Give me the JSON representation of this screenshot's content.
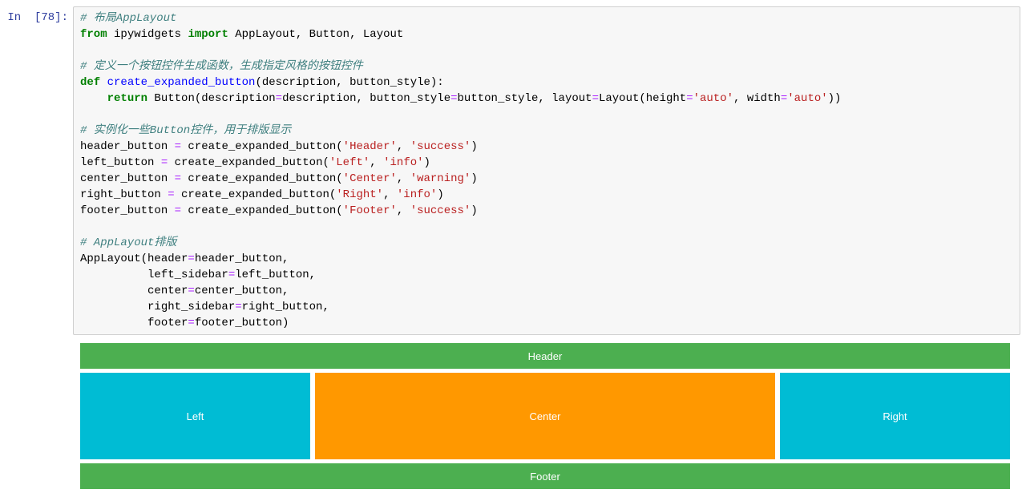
{
  "syntax_colors": {
    "kw": "#008000",
    "com": "#408080",
    "fn": "#0000ff",
    "str": "#ba2121",
    "op": "#aa22ff",
    "pl": "#000000",
    "prompt": "#303f9f"
  },
  "notebook": {
    "input_prompt": "In  [78]:",
    "code_lines": [
      [
        [
          "com",
          "# 布局AppLayout"
        ]
      ],
      [
        [
          "kw",
          "from"
        ],
        [
          "pl",
          " ipywidgets "
        ],
        [
          "kw",
          "import"
        ],
        [
          "pl",
          " AppLayout, Button, Layout"
        ]
      ],
      [],
      [
        [
          "com",
          "# 定义一个按钮控件生成函数，生成指定风格的按钮控件"
        ]
      ],
      [
        [
          "kw",
          "def"
        ],
        [
          "pl",
          " "
        ],
        [
          "fn",
          "create_expanded_button"
        ],
        [
          "pl",
          "(description, button_style):"
        ]
      ],
      [
        [
          "pl",
          "    "
        ],
        [
          "kw",
          "return"
        ],
        [
          "pl",
          " Button(description"
        ],
        [
          "op",
          "="
        ],
        [
          "pl",
          "description, button_style"
        ],
        [
          "op",
          "="
        ],
        [
          "pl",
          "button_style, layout"
        ],
        [
          "op",
          "="
        ],
        [
          "pl",
          "Layout(height"
        ],
        [
          "op",
          "="
        ],
        [
          "str",
          "'auto'"
        ],
        [
          "pl",
          ", width"
        ],
        [
          "op",
          "="
        ],
        [
          "str",
          "'auto'"
        ],
        [
          "pl",
          "))"
        ]
      ],
      [],
      [
        [
          "com",
          "# 实例化一些Button控件，用于排版显示"
        ]
      ],
      [
        [
          "pl",
          "header_button "
        ],
        [
          "op",
          "="
        ],
        [
          "pl",
          " create_expanded_button("
        ],
        [
          "str",
          "'Header'"
        ],
        [
          "pl",
          ", "
        ],
        [
          "str",
          "'success'"
        ],
        [
          "pl",
          ")"
        ]
      ],
      [
        [
          "pl",
          "left_button "
        ],
        [
          "op",
          "="
        ],
        [
          "pl",
          " create_expanded_button("
        ],
        [
          "str",
          "'Left'"
        ],
        [
          "pl",
          ", "
        ],
        [
          "str",
          "'info'"
        ],
        [
          "pl",
          ")"
        ]
      ],
      [
        [
          "pl",
          "center_button "
        ],
        [
          "op",
          "="
        ],
        [
          "pl",
          " create_expanded_button("
        ],
        [
          "str",
          "'Center'"
        ],
        [
          "pl",
          ", "
        ],
        [
          "str",
          "'warning'"
        ],
        [
          "pl",
          ")"
        ]
      ],
      [
        [
          "pl",
          "right_button "
        ],
        [
          "op",
          "="
        ],
        [
          "pl",
          " create_expanded_button("
        ],
        [
          "str",
          "'Right'"
        ],
        [
          "pl",
          ", "
        ],
        [
          "str",
          "'info'"
        ],
        [
          "pl",
          ")"
        ]
      ],
      [
        [
          "pl",
          "footer_button "
        ],
        [
          "op",
          "="
        ],
        [
          "pl",
          " create_expanded_button("
        ],
        [
          "str",
          "'Footer'"
        ],
        [
          "pl",
          ", "
        ],
        [
          "str",
          "'success'"
        ],
        [
          "pl",
          ")"
        ]
      ],
      [],
      [
        [
          "com",
          "# AppLayout排版"
        ]
      ],
      [
        [
          "pl",
          "AppLayout(header"
        ],
        [
          "op",
          "="
        ],
        [
          "pl",
          "header_button,"
        ]
      ],
      [
        [
          "pl",
          "          left_sidebar"
        ],
        [
          "op",
          "="
        ],
        [
          "pl",
          "left_button,"
        ]
      ],
      [
        [
          "pl",
          "          center"
        ],
        [
          "op",
          "="
        ],
        [
          "pl",
          "center_button,"
        ]
      ],
      [
        [
          "pl",
          "          right_sidebar"
        ],
        [
          "op",
          "="
        ],
        [
          "pl",
          "right_button,"
        ]
      ],
      [
        [
          "pl",
          "          footer"
        ],
        [
          "op",
          "="
        ],
        [
          "pl",
          "footer_button)"
        ]
      ]
    ],
    "output": {
      "areas": [
        {
          "key": "header",
          "label": "Header",
          "color": "#4caf50"
        },
        {
          "key": "left",
          "label": "Left",
          "color": "#00bcd4"
        },
        {
          "key": "center",
          "label": "Center",
          "color": "#ff9800"
        },
        {
          "key": "right",
          "label": "Right",
          "color": "#00bcd4"
        },
        {
          "key": "footer",
          "label": "Footer",
          "color": "#4caf50"
        }
      ]
    }
  }
}
